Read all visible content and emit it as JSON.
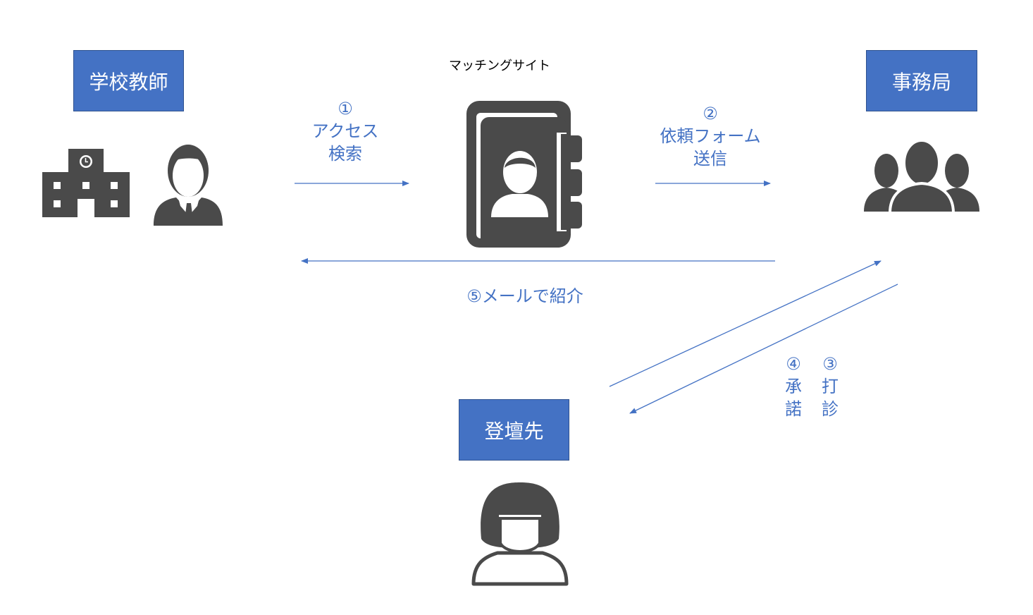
{
  "nodes": {
    "teacher": "学校教師",
    "office": "事務局",
    "speaker": "登壇先"
  },
  "site_label": "マッチングサイト",
  "steps": {
    "s1_num": "①",
    "s1_line1": "アクセス",
    "s1_line2": "検索",
    "s2_num": "②",
    "s2_line1": "依頼フォーム",
    "s2_line2": "送信",
    "s5": "⑤メールで紹介",
    "s4_num": "④",
    "s4_c1": "承",
    "s4_c2": "諾",
    "s3_num": "③",
    "s3_c1": "打",
    "s3_c2": "診"
  },
  "colors": {
    "box_fill": "#4472c4",
    "box_border": "#2f528f",
    "arrow": "#4472c4",
    "icon": "#4a4a4a"
  },
  "icons": [
    "school-building-icon",
    "teacher-icon",
    "address-book-icon",
    "group-icon",
    "woman-icon"
  ]
}
